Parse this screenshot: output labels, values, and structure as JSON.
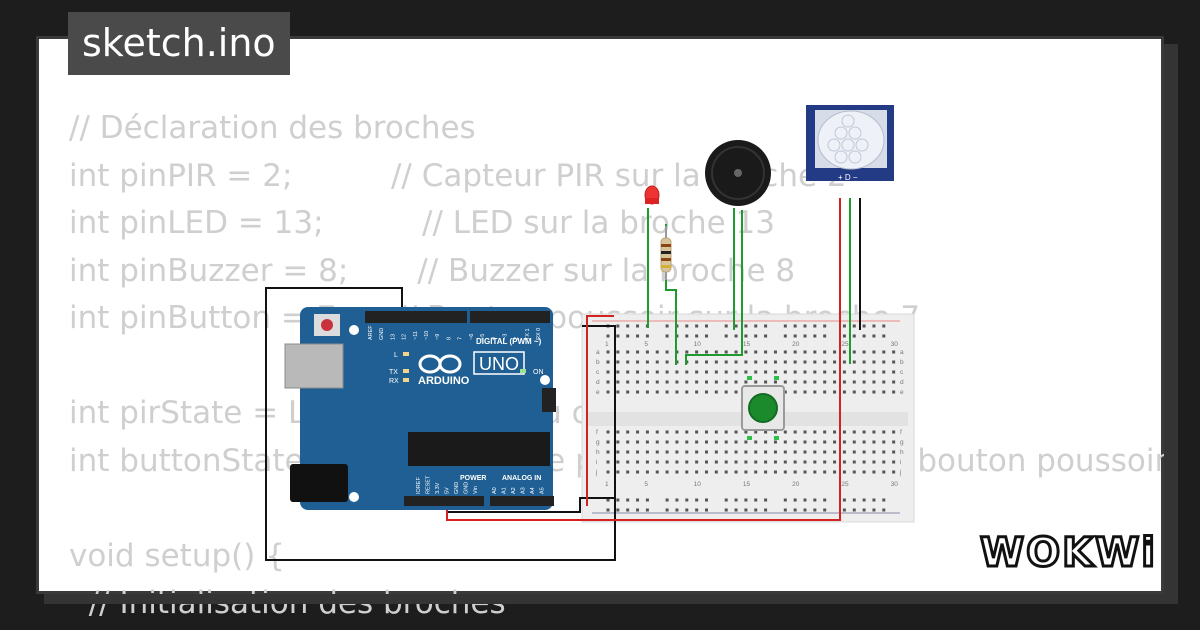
{
  "file": {
    "name": "sketch.ino"
  },
  "code_lines": [
    "// Déclaration des broches",
    "int pinPIR = 2;          // Capteur PIR sur la broche 2",
    "int pinLED = 13;          // LED sur la broche 13",
    "int pinBuzzer = 8;       // Buzzer sur la broche 8",
    "int pinButton = 7;     // Bouton poussoir sur la broche 7",
    "",
    "int pirState = LOW;     // État du capteur PIR",
    "int buttonState = 0;   // Variable pour stocker l'état du bouton poussoir",
    "",
    "void setup() {",
    "  // Initialisation des broches"
  ],
  "arduino": {
    "brand": "ARDUINO",
    "model": "UNO",
    "header_digital": "DIGITAL (PWM ~)",
    "header_power": "POWER",
    "header_analog": "ANALOG IN",
    "label_on": "ON",
    "label_l": "L",
    "label_tx": "TX",
    "label_rx": "RX",
    "digital_pins": [
      "AREF",
      "GND",
      "13",
      "12",
      "~11",
      "~10",
      "~9",
      "8",
      "7",
      "~6",
      "~5",
      "4",
      "~3",
      "2",
      "TX 1",
      "RX 0"
    ],
    "power_pins": [
      "IOREF",
      "RESET",
      "3.3V",
      "5V",
      "GND",
      "GND",
      "Vin"
    ],
    "analog_pins": [
      "A0",
      "A1",
      "A2",
      "A3",
      "A4",
      "A5"
    ]
  },
  "breadboard": {
    "col_numbers": [
      "1",
      "5",
      "10",
      "15",
      "20",
      "25",
      "30"
    ],
    "row_letters_top": [
      "a",
      "b",
      "c",
      "d",
      "e"
    ],
    "row_letters_bottom": [
      "f",
      "g",
      "h",
      "i",
      "j"
    ]
  },
  "pir": {
    "pin_labels": "+ D −"
  },
  "logo": {
    "text": "WOKWi"
  },
  "colors": {
    "board": "#1f5f93",
    "wire_red": "#d32222",
    "wire_green": "#1e9a2e",
    "wire_black": "#111111",
    "button_green": "#1b8a2c",
    "pir_blue": "#233a84"
  }
}
